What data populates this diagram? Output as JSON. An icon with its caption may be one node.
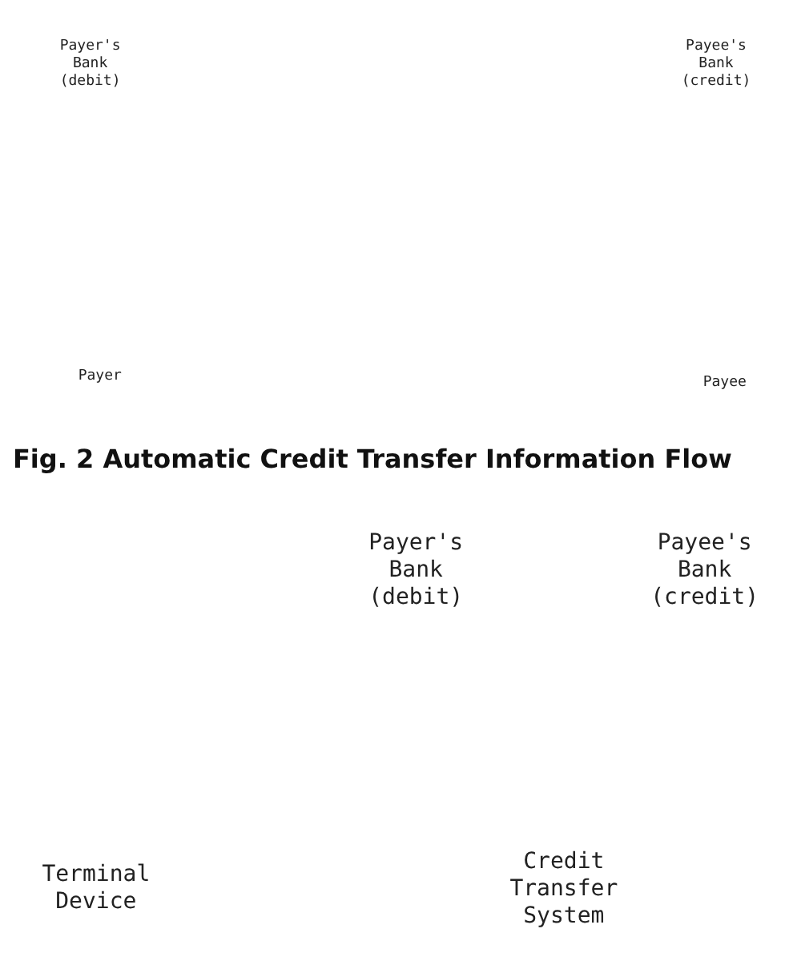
{
  "diagram": {
    "caption": "Fig. 2 Automatic Credit Transfer Information Flow",
    "nodes": [
      {
        "text": [
          "Payer's Bank (debit)"
        ]
      },
      {
        "text": [
          "Payee's Bank (credit)"
        ]
      },
      {
        "text": [
          "Payer"
        ]
      },
      {
        "text": [
          "Payee"
        ]
      },
      {
        "text": [
          "Payer's Bank (debit)"
        ]
      },
      {
        "text": [
          "Payee's Bank (credit)"
        ]
      },
      {
        "text": [
          "Terminal Device"
        ]
      },
      {
        "text": [
          "Credit Transfer System"
        ]
      }
    ],
    "edges": []
  }
}
